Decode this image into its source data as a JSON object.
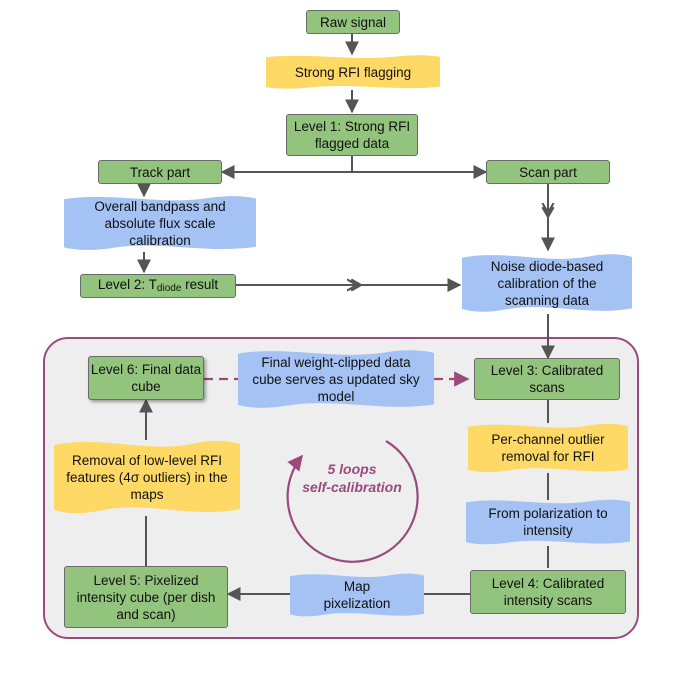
{
  "nodes": {
    "raw_signal": "Raw signal",
    "strong_rfi_flagging": "Strong RFI flagging",
    "level1": "Level 1: Strong RFI flagged data",
    "track_part": "Track part",
    "scan_part": "Scan part",
    "bandpass_calibration": "Overall bandpass and absolute flux scale calibration",
    "level2_prefix": "Level 2: T",
    "level2_sub": "diode",
    "level2_suffix": " result",
    "noise_diode_calibration": "Noise diode-based calibration of the scanning data",
    "level3": "Level 3: Calibrated scans",
    "per_channel_outlier": "Per-channel outlier removal for RFI",
    "polarization_to_intensity": "From polarization to intensity",
    "level4": "Level 4: Calibrated intensity scans",
    "map_pixelization": "Map pixelization",
    "level5": "Level 5: Pixelized intensity cube (per dish and scan)",
    "removal_low_level": "Removal of low-level RFI features (4σ outliers) in the maps",
    "level6": "Level 6: Final data cube",
    "final_weight_clipped": "Final weight-clipped data cube serves as updated sky model"
  },
  "loop_label": {
    "line1": "5 loops",
    "line2": "self-calibration"
  },
  "colors": {
    "green": "#93c47d",
    "yellow": "#ffd966",
    "blue": "#a4c2f4",
    "loop_accent": "#9a4b7c",
    "panel_fill": "#eeeeee"
  }
}
